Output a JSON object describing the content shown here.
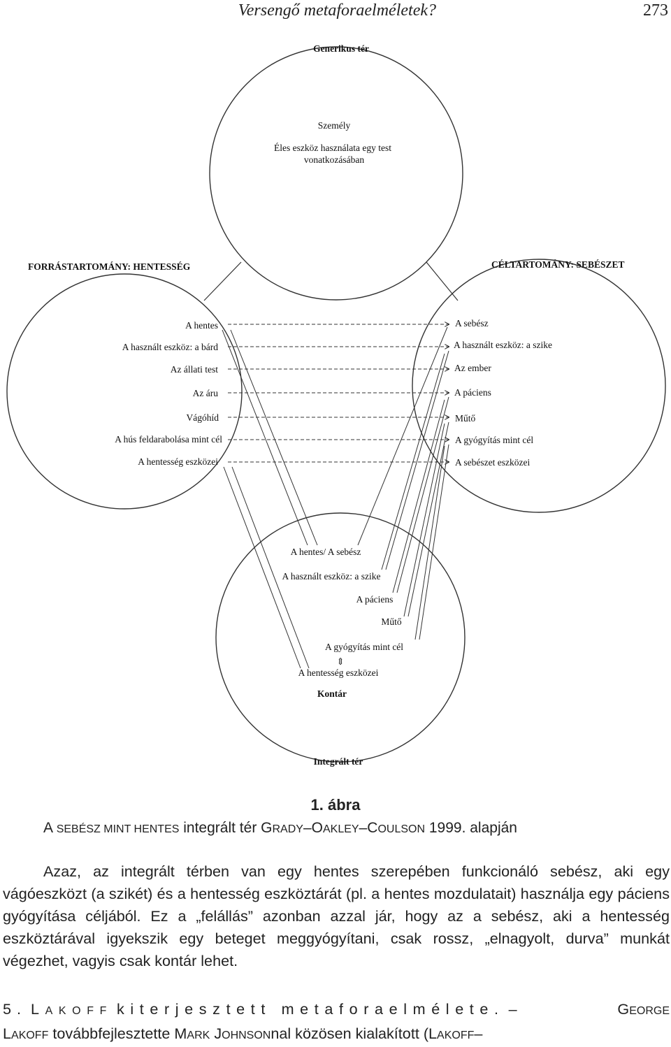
{
  "header": {
    "running_title": "Versengő metaforaelméletek?",
    "page_number": "273"
  },
  "diagram": {
    "generic_space": {
      "label": "Generikus tér",
      "items": [
        "Személy",
        "Éles eszköz használata egy test",
        "vonatkozásában"
      ]
    },
    "source": {
      "label": "FORRÁSTARTOMÁNY: HENTESSÉG",
      "items": [
        "A hentes",
        "A használt eszköz: a bárd",
        "Az állati test",
        "Az áru",
        "Vágóhíd",
        "A hús feldarabolása mint cél",
        "A hentesség eszközei"
      ]
    },
    "target": {
      "label": "CÉLTARTOMÁNY: SEBÉSZET",
      "items": [
        "A sebész",
        "A használt eszköz: a szike",
        "Az ember",
        "A páciens",
        "Műtő",
        "A gyógyítás mint cél",
        "A sebészet eszközei"
      ]
    },
    "blend": {
      "label": "Integrált tér",
      "bottom": "Kontár",
      "items": [
        "A hentes/ A sebész",
        "A használt eszköz: a szike",
        "A páciens",
        "Műtő",
        "A gyógyítás mint cél",
        "A hentesség eszközei"
      ],
      "clash_symbol": "⇕"
    }
  },
  "figure": {
    "number": "1. ábra",
    "caption_parts": [
      "A ",
      "SEBÉSZ MINT HENTES",
      " integrált tér ",
      "G",
      "RADY",
      "–",
      "O",
      "AKLEY",
      "–",
      "C",
      "OULSON",
      " 1999. alapján"
    ]
  },
  "paragraph": {
    "segments": [
      "Azaz, az integrált térben van egy hentes szerepében funkcionáló sebész, aki egy vágóeszközt (a szikét) és a hentesség eszköztárát (pl. a hentes mozdulatait) használja egy páciens gyógyítása céljából. Ez a ",
      "„felállás”",
      " azonban azzal jár, hogy az a sebész, aki a hentesség eszköztárával igyekszik egy beteget meggyógyítani, csak rossz, ",
      "„elnagyolt, durva”",
      " munkát végezhet, vagyis csak kontár lehet."
    ]
  },
  "section": {
    "number": "5.",
    "title_initial": "L",
    "title_sc": "AKOFF",
    "title_rest": "kiterjesztett metaforaelmélete.",
    "dash": "–",
    "author_initial": "G",
    "author_sc": "EORGE",
    "line2_parts": [
      "L",
      "AKOFF",
      " továbbfejlesztette ",
      "M",
      "ARK",
      " ",
      "J",
      "OHNSON",
      "nal közösen kialakított (",
      "L",
      "AKOFF",
      "–"
    ]
  }
}
